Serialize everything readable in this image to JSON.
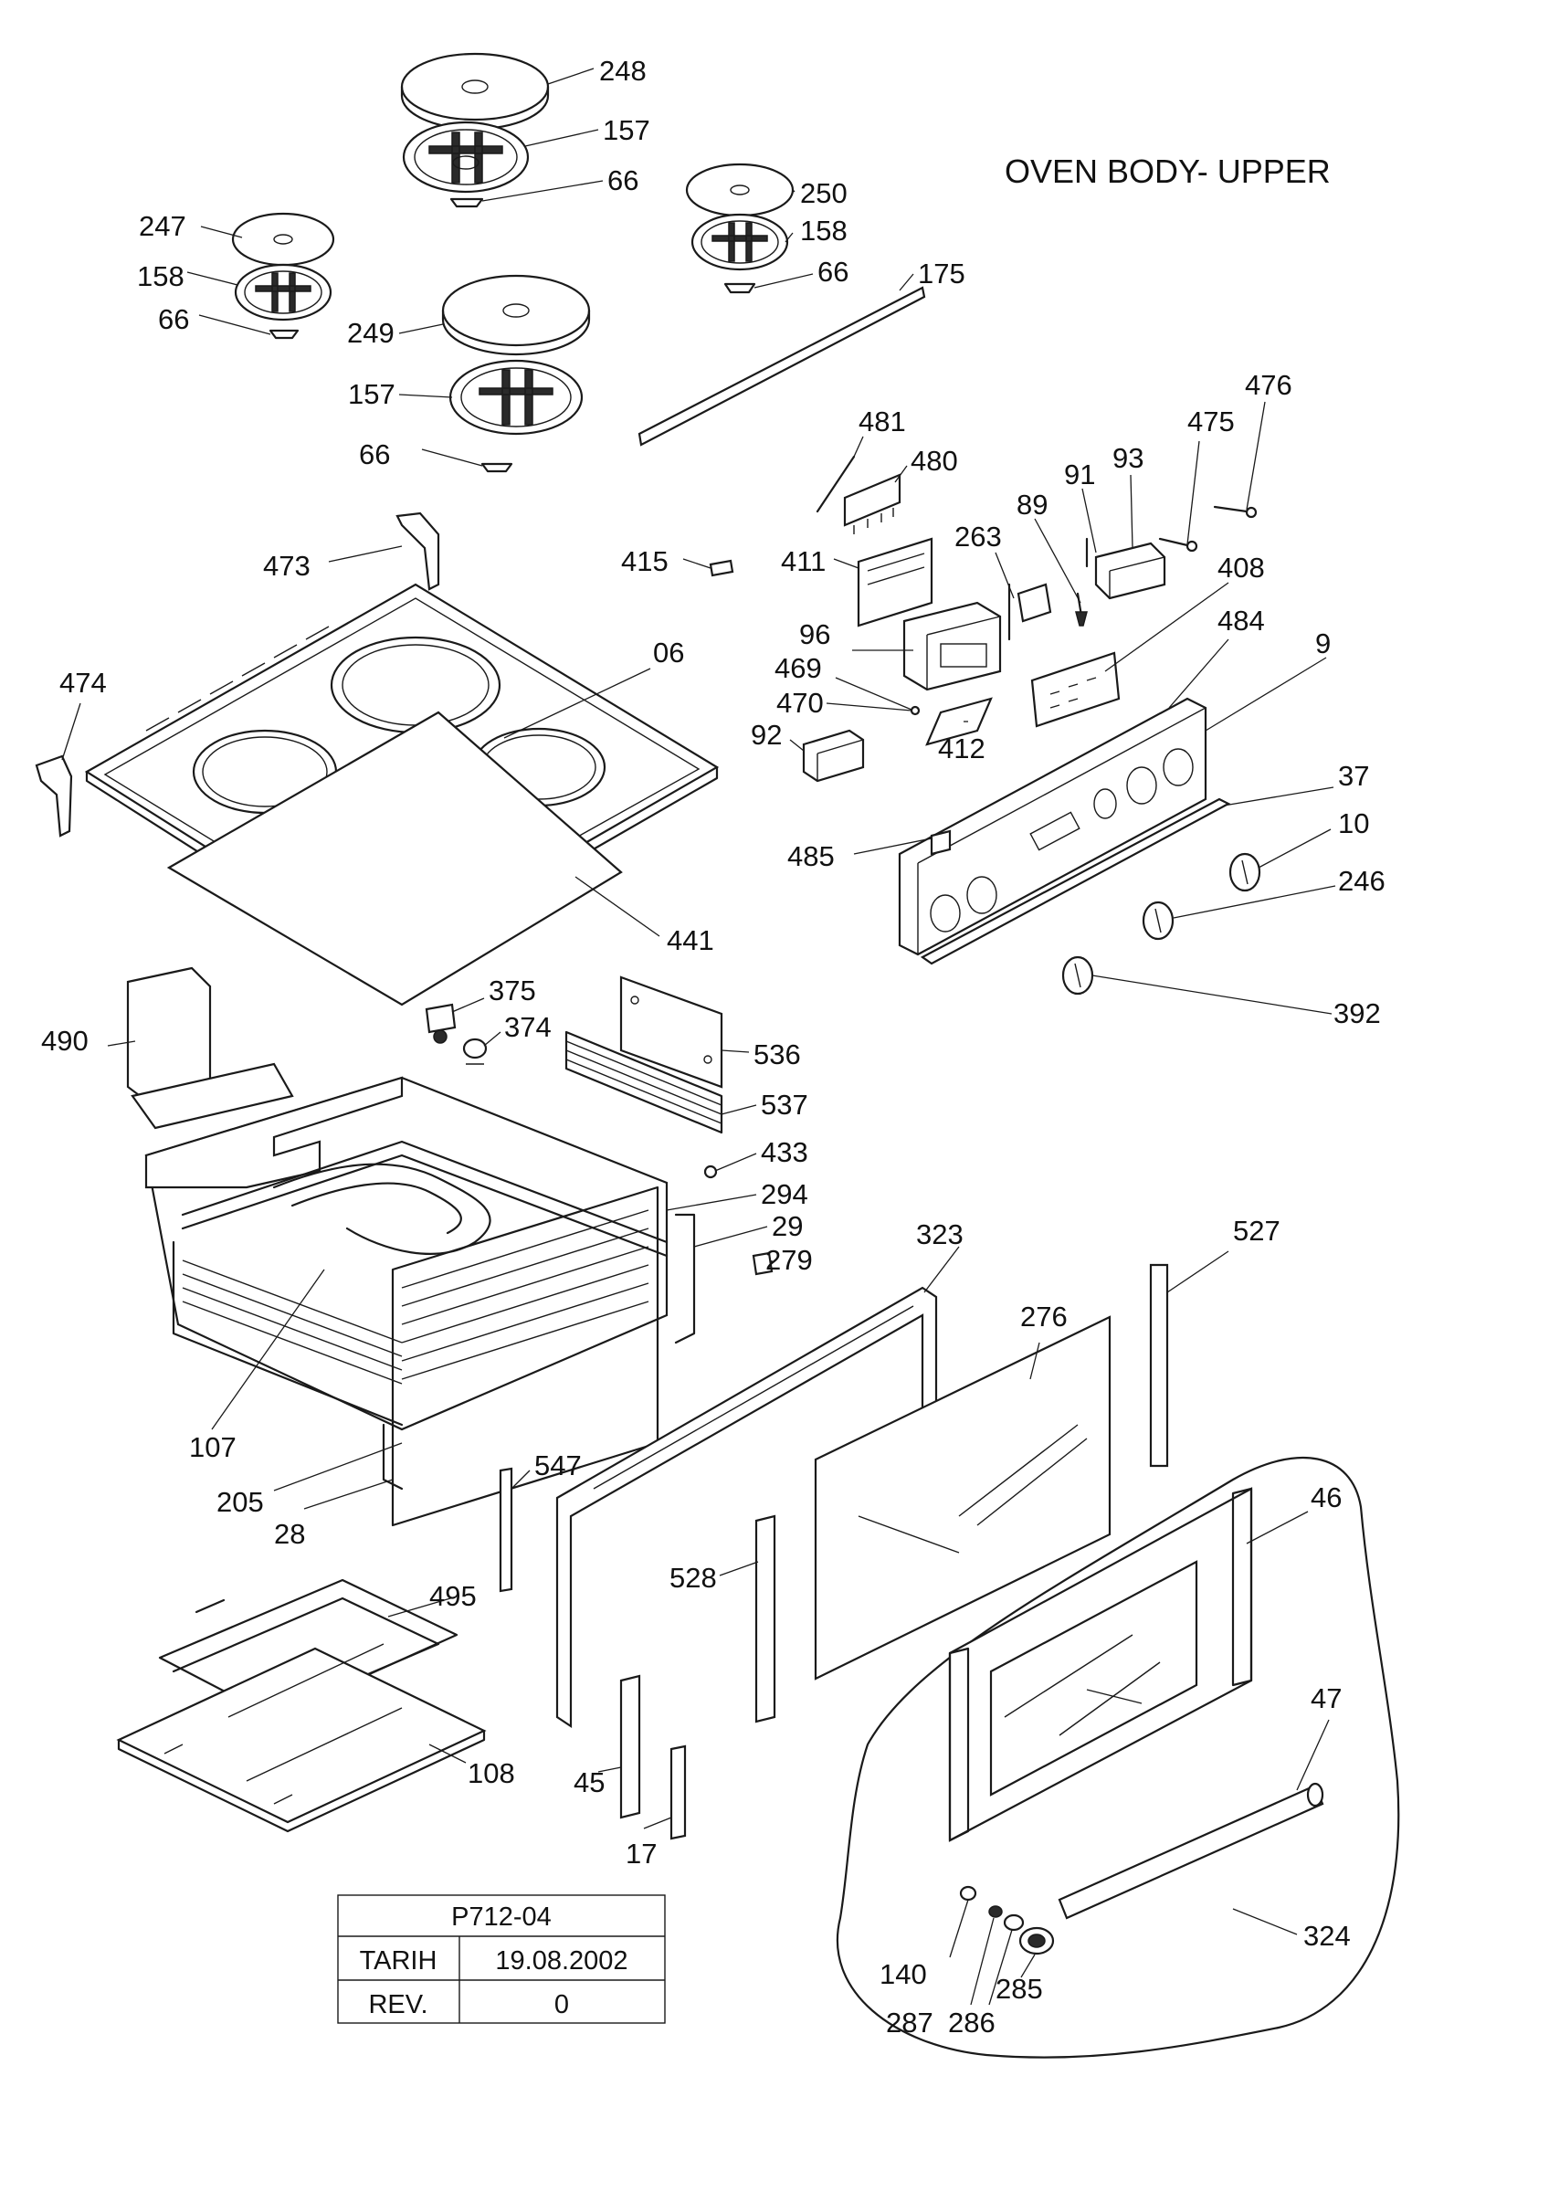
{
  "title": "OVEN BODY- UPPER",
  "title_block": {
    "code": "P712-04",
    "date_label": "TARIH",
    "date_value": "19.08.2002",
    "rev_label": "REV.",
    "rev_value": "0"
  },
  "parts": [
    {
      "id": "p248",
      "label": "248"
    },
    {
      "id": "p157a",
      "label": "157"
    },
    {
      "id": "p66a",
      "label": "66"
    },
    {
      "id": "p250",
      "label": "250"
    },
    {
      "id": "p158a",
      "label": "158"
    },
    {
      "id": "p66b",
      "label": "66"
    },
    {
      "id": "p247",
      "label": "247"
    },
    {
      "id": "p158b",
      "label": "158"
    },
    {
      "id": "p66c",
      "label": "66"
    },
    {
      "id": "p249",
      "label": "249"
    },
    {
      "id": "p157b",
      "label": "157"
    },
    {
      "id": "p66d",
      "label": "66"
    },
    {
      "id": "p175",
      "label": "175"
    },
    {
      "id": "p481",
      "label": "481"
    },
    {
      "id": "p480",
      "label": "480"
    },
    {
      "id": "p476",
      "label": "476"
    },
    {
      "id": "p475",
      "label": "475"
    },
    {
      "id": "p93",
      "label": "93"
    },
    {
      "id": "p91",
      "label": "91"
    },
    {
      "id": "p89",
      "label": "89"
    },
    {
      "id": "p263",
      "label": "263"
    },
    {
      "id": "p473",
      "label": "473"
    },
    {
      "id": "p415",
      "label": "415"
    },
    {
      "id": "p411",
      "label": "411"
    },
    {
      "id": "p408",
      "label": "408"
    },
    {
      "id": "p484",
      "label": "484"
    },
    {
      "id": "p9",
      "label": "9"
    },
    {
      "id": "p96",
      "label": "96"
    },
    {
      "id": "p469",
      "label": "469"
    },
    {
      "id": "p470",
      "label": "470"
    },
    {
      "id": "p92",
      "label": "92"
    },
    {
      "id": "p412",
      "label": "412"
    },
    {
      "id": "p474",
      "label": "474"
    },
    {
      "id": "p06",
      "label": "06"
    },
    {
      "id": "p37",
      "label": "37"
    },
    {
      "id": "p10",
      "label": "10"
    },
    {
      "id": "p485",
      "label": "485"
    },
    {
      "id": "p246",
      "label": "246"
    },
    {
      "id": "p441",
      "label": "441"
    },
    {
      "id": "p392",
      "label": "392"
    },
    {
      "id": "p375",
      "label": "375"
    },
    {
      "id": "p374",
      "label": "374"
    },
    {
      "id": "p490",
      "label": "490"
    },
    {
      "id": "p536",
      "label": "536"
    },
    {
      "id": "p537",
      "label": "537"
    },
    {
      "id": "p433",
      "label": "433"
    },
    {
      "id": "p294",
      "label": "294"
    },
    {
      "id": "p29",
      "label": "29"
    },
    {
      "id": "p279",
      "label": "279"
    },
    {
      "id": "p323",
      "label": "323"
    },
    {
      "id": "p527",
      "label": "527"
    },
    {
      "id": "p276",
      "label": "276"
    },
    {
      "id": "p107",
      "label": "107"
    },
    {
      "id": "p205",
      "label": "205"
    },
    {
      "id": "p28",
      "label": "28"
    },
    {
      "id": "p547",
      "label": "547"
    },
    {
      "id": "p46",
      "label": "46"
    },
    {
      "id": "p528",
      "label": "528"
    },
    {
      "id": "p495",
      "label": "495"
    },
    {
      "id": "p47",
      "label": "47"
    },
    {
      "id": "p108",
      "label": "108"
    },
    {
      "id": "p45",
      "label": "45"
    },
    {
      "id": "p17",
      "label": "17"
    },
    {
      "id": "p324",
      "label": "324"
    },
    {
      "id": "p140",
      "label": "140"
    },
    {
      "id": "p287",
      "label": "287"
    },
    {
      "id": "p286",
      "label": "286"
    },
    {
      "id": "p285",
      "label": "285"
    }
  ]
}
